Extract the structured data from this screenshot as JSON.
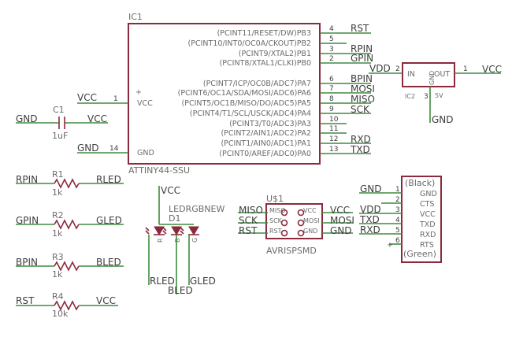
{
  "ic1": {
    "designator": "IC1",
    "part": "ATTINY44-SSU",
    "left_pins": [
      {
        "num": "1",
        "name": "VCC",
        "net": "VCC",
        "plus": "+"
      },
      {
        "num": "14",
        "name": "GND",
        "net": "GND",
        "plus": ""
      }
    ],
    "right_pins": [
      {
        "num": "4",
        "name": "(PCINT11/RESET/DW)PB3",
        "net": "RST"
      },
      {
        "num": "5",
        "name": "(PCINT10/INT0/OC0A/CKOUT)PB2",
        "net": ""
      },
      {
        "num": "3",
        "name": "(PCINT9/XTAL2)PB1",
        "net": "RPIN"
      },
      {
        "num": "2",
        "name": "(PCINT8/XTAL1/CLKI)PB0",
        "net": "GPIN"
      },
      {
        "num": "6",
        "name": "(PCINT7/ICP/OC0B/ADC7)PA7",
        "net": "BPIN"
      },
      {
        "num": "7",
        "name": "(PCINT6/OC1A/SDA/MOSI/ADC6)PA6",
        "net": "MOSI"
      },
      {
        "num": "8",
        "name": "(PCINT5/OC1B/MISO/DO/ADC5)PA5",
        "net": "MISO"
      },
      {
        "num": "9",
        "name": "(PCINT4/T1/SCL/USCK/ADC4)PA4",
        "net": "SCK"
      },
      {
        "num": "10",
        "name": "(PCINT3/T0/ADC3)PA3",
        "net": ""
      },
      {
        "num": "11",
        "name": "(PCINT2/AIN1/ADC2)PA2",
        "net": ""
      },
      {
        "num": "12",
        "name": "(PCINT1/AIN0/ADC1)PA1",
        "net": "RXD"
      },
      {
        "num": "13",
        "name": "(PCINT0/AREF/ADC0)PA0",
        "net": "TXD"
      }
    ]
  },
  "ic2": {
    "designator": "IC2",
    "value": "5V",
    "in_label": "IN",
    "out_label": "OUT",
    "gnd_label": "GND",
    "in_pin": "2",
    "out_pin": "1",
    "gnd_pin": "3",
    "in_net": "VDD",
    "out_net": "VCC",
    "gnd_net": "GND"
  },
  "c1": {
    "designator": "C1",
    "value": "1uF",
    "left_net": "GND",
    "right_net": "VCC"
  },
  "resistors": [
    {
      "designator": "R1",
      "value": "1k",
      "left_net": "RPIN",
      "right_net": "RLED"
    },
    {
      "designator": "R2",
      "value": "1k",
      "left_net": "GPIN",
      "right_net": "GLED"
    },
    {
      "designator": "R3",
      "value": "1k",
      "left_net": "BPIN",
      "right_net": "BLED"
    },
    {
      "designator": "R4",
      "value": "10k",
      "left_net": "RST",
      "right_net": "VCC"
    }
  ],
  "d1": {
    "designator": "D1",
    "part": "LEDRGBNEW",
    "top_net": "VCC",
    "pin_labels": [
      "R",
      "B",
      "G"
    ],
    "net_r": "RLED",
    "net_b": "BLED",
    "net_g": "GLED"
  },
  "u1": {
    "designator": "U$1",
    "part": "AVRISPSMD",
    "pins_left": [
      "MISO",
      "SCK",
      "RST"
    ],
    "pins_right": [
      "VCC",
      "MOSI",
      "GND"
    ],
    "nets_left": [
      "MISO",
      "SCK",
      "RST"
    ],
    "nets_right": [
      "VCC",
      "MOSI",
      "GND"
    ]
  },
  "ftdi": {
    "top_label": "(Black)",
    "bottom_label": "(Green)",
    "pins": [
      {
        "num": "1",
        "name": "GND",
        "net": "GND"
      },
      {
        "num": "2",
        "name": "CTS",
        "net": ""
      },
      {
        "num": "3",
        "name": "VCC",
        "net": "VDD"
      },
      {
        "num": "4",
        "name": "TXD",
        "net": "TXD"
      },
      {
        "num": "5",
        "name": "RXD",
        "net": "RXD"
      },
      {
        "num": "6",
        "name": "RTS",
        "net": ""
      }
    ]
  },
  "colors": {
    "wire": "#3f8c3f",
    "component": "#8a2a3c",
    "text": "#6b6b6b"
  }
}
